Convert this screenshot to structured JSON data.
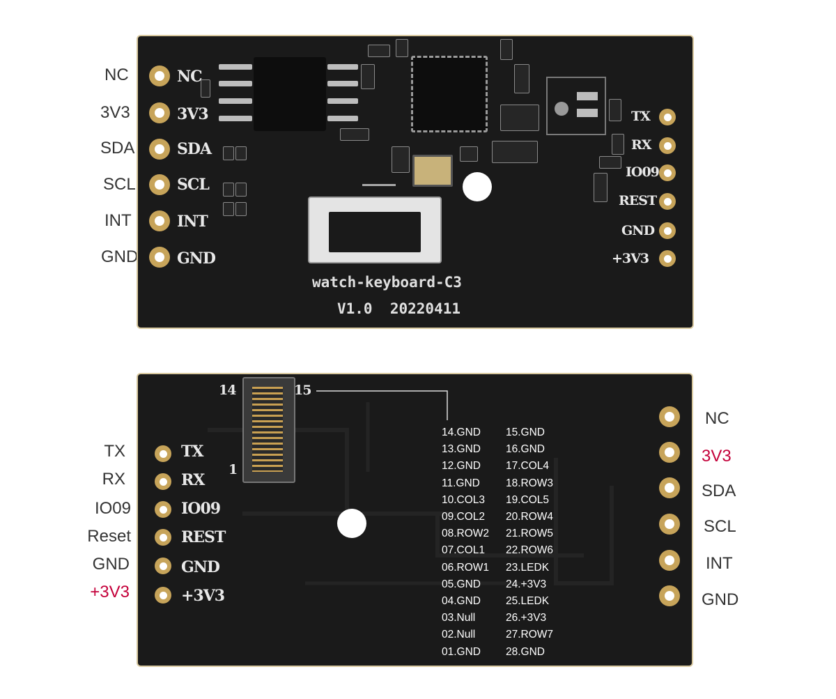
{
  "top_board": {
    "left_labels": [
      "NC",
      "3V3",
      "SDA",
      "SCL",
      "INT",
      "GND"
    ],
    "left_silk": [
      "NC",
      "3V3",
      "SDA",
      "SCL",
      "INT",
      "GND"
    ],
    "right_silk": [
      "TX",
      "RX",
      "IO09",
      "REST",
      "GND",
      "+3V3"
    ],
    "title": "watch-keyboard-C3",
    "version": "V1.0  20220411"
  },
  "bottom_board": {
    "left_labels": [
      "TX",
      "RX",
      "IO09",
      "Reset",
      "GND",
      "+3V3"
    ],
    "left_silk": [
      "TX",
      "RX",
      "IO09",
      "REST",
      "GND",
      "+3V3"
    ],
    "right_labels": [
      "NC",
      "3V3",
      "SDA",
      "SCL",
      "INT",
      "GND"
    ],
    "connector_marks": {
      "top_left": "14",
      "top_right": "15",
      "bottom_left": "1"
    },
    "pinout_left": [
      "14.GND",
      "13.GND",
      "12.GND",
      "11.GND",
      "10.COL3",
      "09.COL2",
      "08.ROW2",
      "07.COL1",
      "06.ROW1",
      "05.GND",
      "04.GND",
      "03.Null",
      "02.Null",
      "01.GND"
    ],
    "pinout_right": [
      "15.GND",
      "16.GND",
      "17.COL4",
      "18.ROW3",
      "19.COL5",
      "20.ROW4",
      "21.ROW5",
      "22.ROW6",
      "23.LEDK",
      "24.+3V3",
      "25.LEDK",
      "26.+3V3",
      "27.ROW7",
      "28.GND"
    ]
  },
  "colors": {
    "highlight": "#c4003a",
    "pcb": "#1a1a1a",
    "pad": "#c7a45a"
  }
}
